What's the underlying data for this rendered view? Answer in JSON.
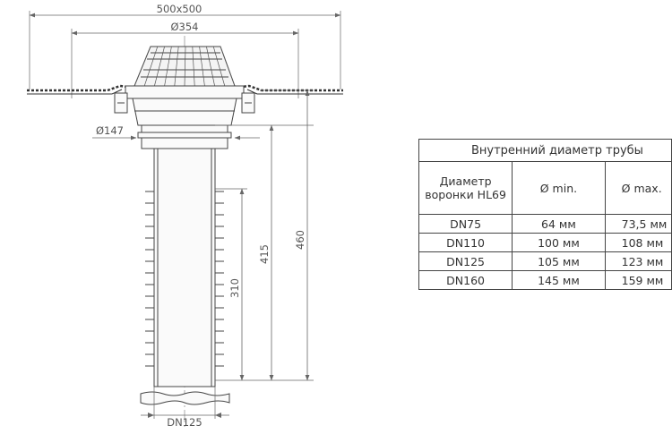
{
  "drawing": {
    "dims": {
      "flange": "500x500",
      "grate": "Ø354",
      "outlet": "Ø147",
      "h460": "460",
      "h415": "415",
      "h310": "310",
      "pipe": "DN125"
    }
  },
  "table": {
    "header": "Внутренний диаметр трубы",
    "col1": "Диаметр воронки HL69",
    "col2": "Ø min.",
    "col3": "Ø max.",
    "rows": [
      {
        "dn": "DN75",
        "min": "64 мм",
        "max": "73,5 мм"
      },
      {
        "dn": "DN110",
        "min": "100 мм",
        "max": "108 мм"
      },
      {
        "dn": "DN125",
        "min": "105 мм",
        "max": "123 мм"
      },
      {
        "dn": "DN160",
        "min": "145 мм",
        "max": "159 мм"
      }
    ]
  }
}
